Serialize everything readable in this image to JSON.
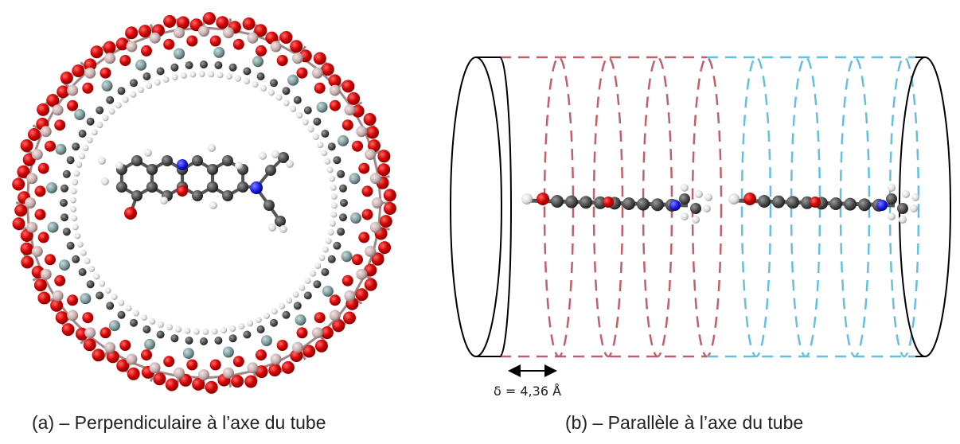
{
  "captions": {
    "a": "(a) – Perpendiculaire à l’axe du tube",
    "b": "(b) – Parallèle à l’axe du tube"
  },
  "annotation": {
    "delta_label": "δ = 4,36 Å"
  },
  "colors": {
    "oxygen": "#d40000",
    "silicon_aluminum": "#c8b0b0",
    "germanium": "#7f9a9c",
    "carbon": "#4a4a4a",
    "hydrogen": "#e6e6e6",
    "nitrogen": "#1a1ae6",
    "dashed_red": "#c0606a",
    "dashed_blue": "#66c0dd"
  }
}
